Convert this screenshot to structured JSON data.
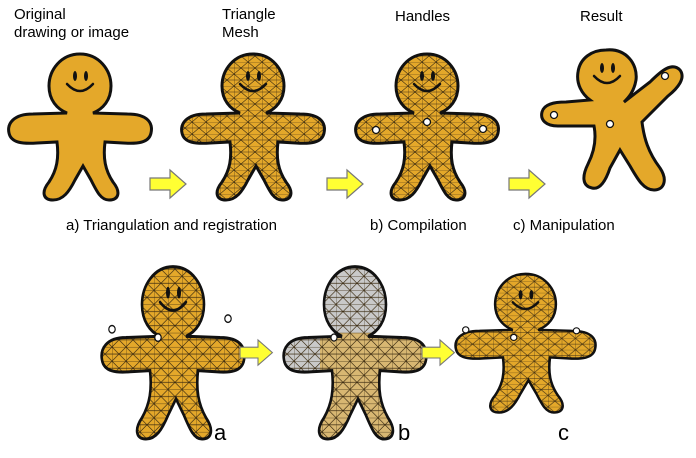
{
  "top_row": {
    "steps": [
      {
        "title_line1": "Original",
        "title_line2": "drawing or image"
      },
      {
        "title_line1": "Triangle",
        "title_line2": "Mesh"
      },
      {
        "title_line1": "Handles",
        "title_line2": ""
      },
      {
        "title_line1": "Result",
        "title_line2": ""
      }
    ],
    "captions": [
      "a) Triangulation and registration",
      "b) Compilation",
      "c) Manipulation"
    ]
  },
  "bottom_row": {
    "panel_labels": [
      "a",
      "b",
      "c"
    ]
  },
  "colors": {
    "figure_fill": "#E4A82A",
    "outline": "#111111",
    "mesh": "#3a2a10",
    "arrow_fill": "#FFFF33",
    "compiled_gray": "#C9C9C9",
    "handle_fill": "#ffffff"
  },
  "icons": [
    "gingerbread-figure",
    "triangle-mesh",
    "handle-dot",
    "right-arrow-icon"
  ]
}
